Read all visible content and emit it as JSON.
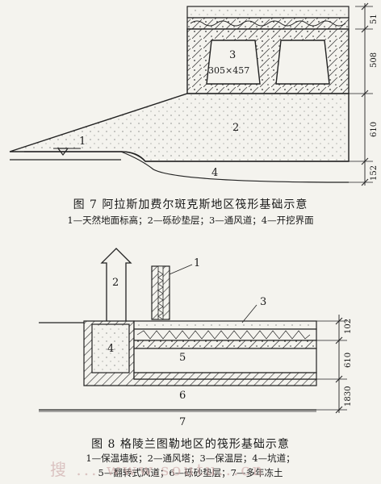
{
  "figure7": {
    "labels": {
      "l1": "1",
      "l2": "2",
      "l3": "3",
      "l4": "4"
    },
    "duct_size": "305×457",
    "dims": [
      "51",
      "508",
      "610",
      "152"
    ],
    "title": "图 7   阿拉斯加费尔斑克斯地区筏形基础示意",
    "legend": "1—天然地面标高；2—砾砂垫层；3—通风道；4—开挖界面"
  },
  "figure8": {
    "labels": {
      "l1": "1",
      "l2": "2",
      "l3": "3",
      "l4": "4",
      "l5": "5",
      "l6": "6",
      "l7": "7"
    },
    "dims": [
      "102",
      "610",
      "1830"
    ],
    "title": "图 8   格陵兰图勒地区的筏形基础示意",
    "legend_line1": "1—保温墙板；2—通风塔；3—保温层；4—坑道；",
    "legend_line2": "5—翻转式风道；6—砾砂垫层；7—多年冻土"
  },
  "watermark": "搜 ... www.soutu...cn"
}
